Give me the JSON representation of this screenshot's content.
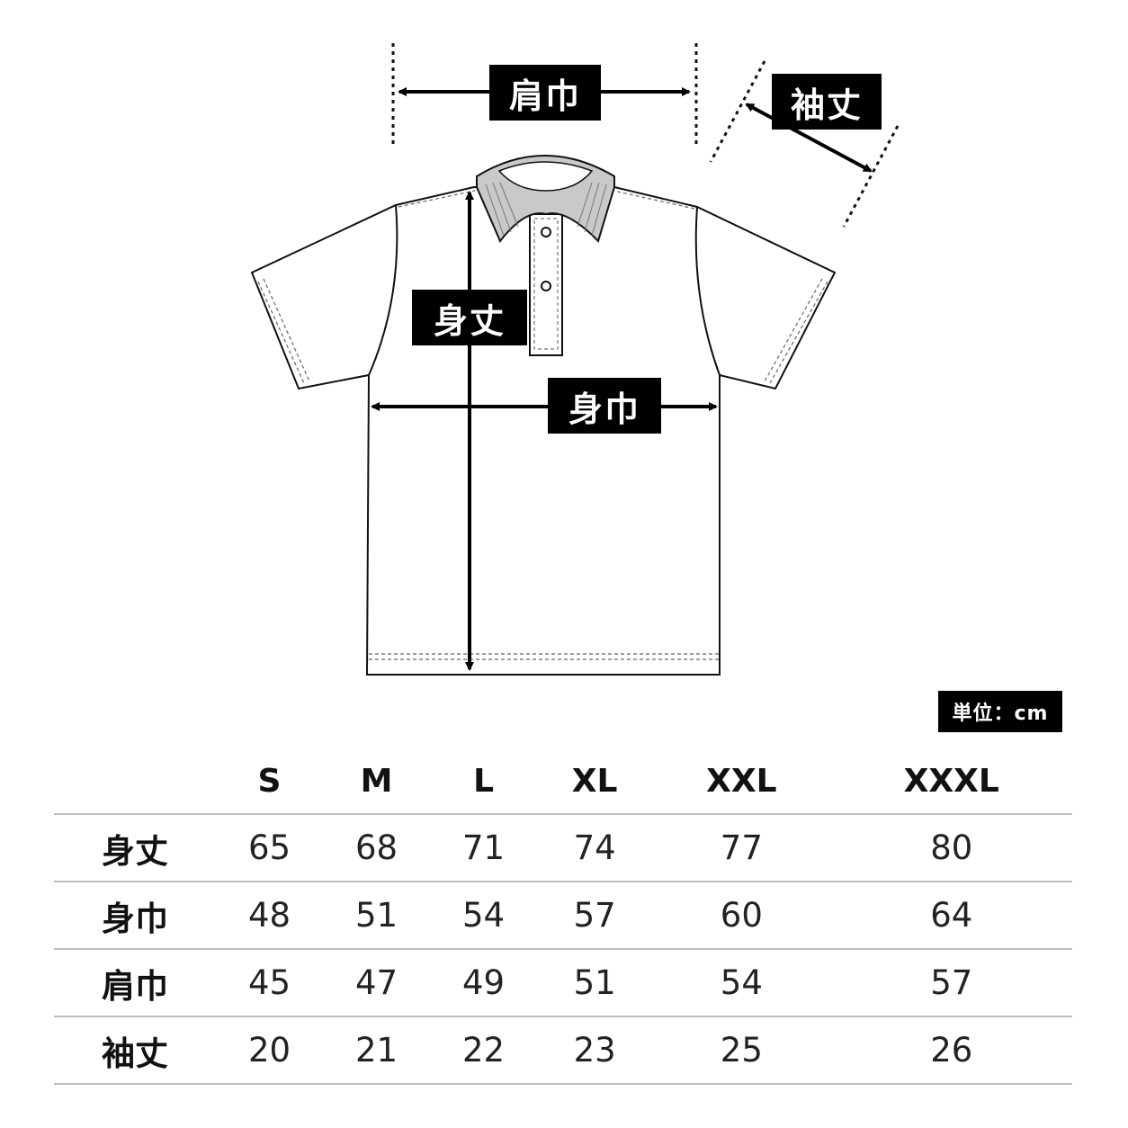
{
  "diagram": {
    "labels": {
      "shoulder_width": "肩巾",
      "sleeve_length": "袖丈",
      "body_length": "身丈",
      "body_width": "身巾"
    }
  },
  "unit": "単位：cm",
  "table": {
    "columns": [
      "S",
      "M",
      "L",
      "XL",
      "XXL",
      "XXXL"
    ],
    "rows": [
      {
        "label": "身丈",
        "values": [
          "65",
          "68",
          "71",
          "74",
          "77",
          "80"
        ]
      },
      {
        "label": "身巾",
        "values": [
          "48",
          "51",
          "54",
          "57",
          "60",
          "64"
        ]
      },
      {
        "label": "肩巾",
        "values": [
          "45",
          "47",
          "49",
          "51",
          "54",
          "57"
        ]
      },
      {
        "label": "袖丈",
        "values": [
          "20",
          "21",
          "22",
          "23",
          "25",
          "26"
        ]
      }
    ]
  }
}
